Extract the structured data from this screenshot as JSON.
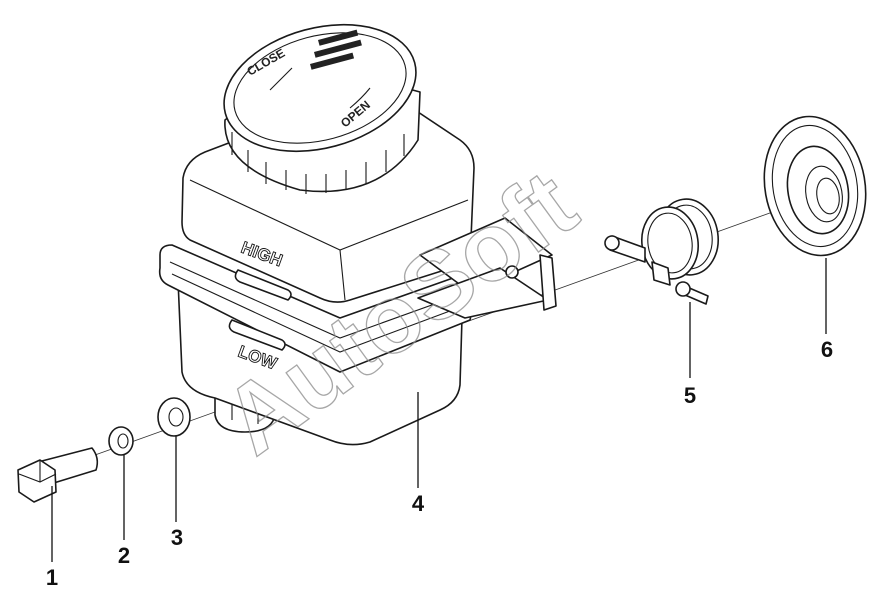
{
  "watermark": "AutoSoft",
  "callouts": [
    "1",
    "2",
    "3",
    "4",
    "5",
    "6"
  ],
  "reservoir": {
    "high_label": "HIGH",
    "low_label": "LOW"
  },
  "cap": {
    "close_label": "CLOSE",
    "open_label": "OPEN"
  },
  "colors": {
    "line": "#1a1a1a",
    "background": "#ffffff",
    "watermark": "#8a8a8a"
  }
}
